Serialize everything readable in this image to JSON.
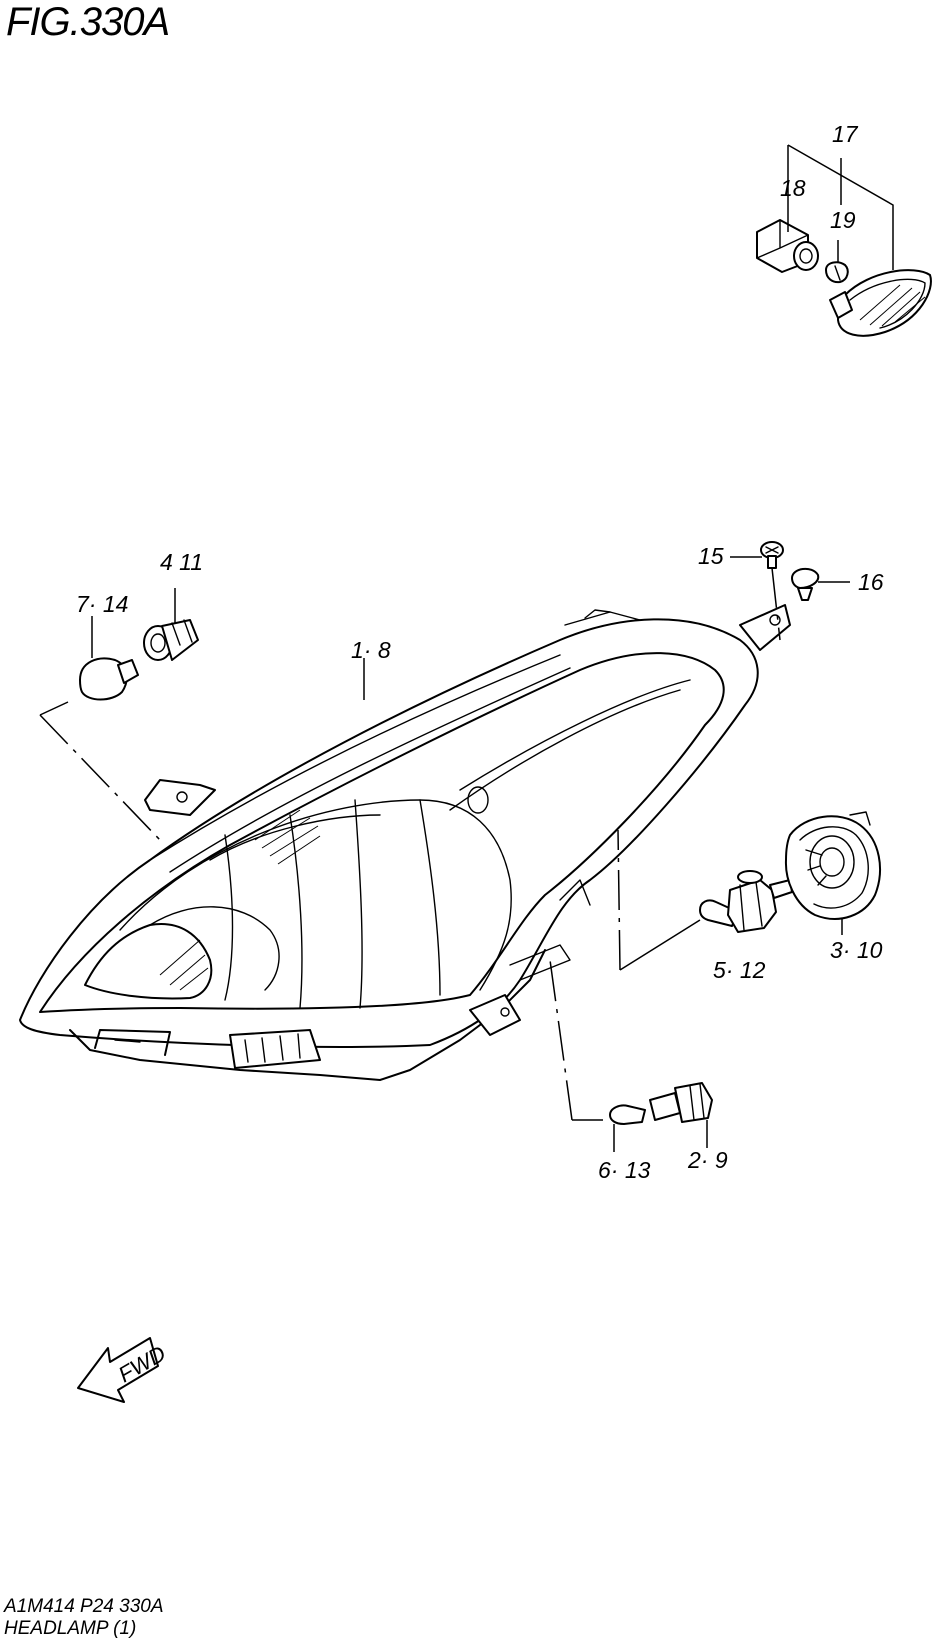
{
  "figure": {
    "title": "FIG.330A",
    "code": "A1M414 P24 330A",
    "name": "HEADLAMP (1)"
  },
  "callouts": {
    "c17": "17",
    "c18": "18",
    "c19": "19",
    "c4_11": "4 11",
    "c7_14": "7· 14",
    "c1_8": "1· 8",
    "c15": "15",
    "c16": "16",
    "c3_10": "3· 10",
    "c5_12": "5· 12",
    "c6_13": "6· 13",
    "c2_9": "2· 9"
  },
  "direction": {
    "label": "FWD"
  }
}
